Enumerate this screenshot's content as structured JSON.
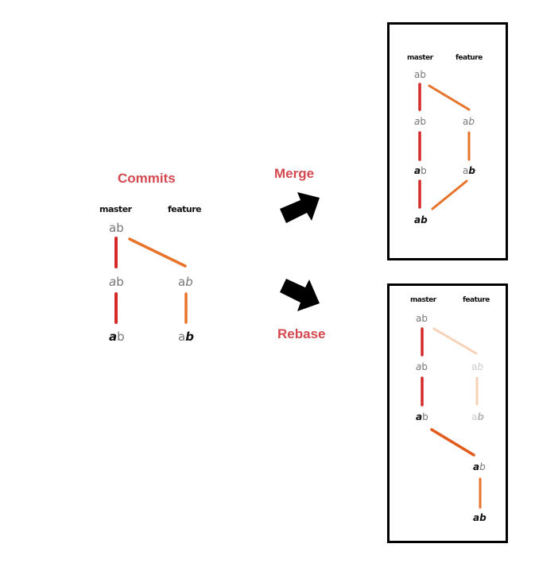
{
  "left": {
    "title": "Commits",
    "branches": {
      "master": "master",
      "feature": "feature"
    },
    "commits": {
      "m1": "ab",
      "m2_a": "a",
      "m2_b": "b",
      "m3_a": "a",
      "m3_b": "b",
      "f1_a": "a",
      "f1_b": "b",
      "f2_a": "a",
      "f2_b": "b"
    }
  },
  "merge": {
    "label": "Merge",
    "branches": {
      "master": "master",
      "feature": "feature"
    },
    "commits": {
      "m1": "ab",
      "m2_a": "a",
      "m2_b": "b",
      "m3_a": "a",
      "m3_b": "b",
      "f1_a": "a",
      "f1_b": "b",
      "f2_a": "a",
      "f2_b": "b",
      "merge_commit": "ab"
    }
  },
  "rebase": {
    "label": "Rebase",
    "branches": {
      "master": "master",
      "feature": "feature"
    },
    "commits": {
      "m1": "ab",
      "m2_a": "a",
      "m2_b": "b",
      "m3_a": "a",
      "m3_b": "b",
      "f1_a": "a",
      "f1_b": "b",
      "f2_a": "a",
      "f2_b": "b",
      "r1_a": "a",
      "r1_b": "b",
      "r2": "ab"
    }
  },
  "colors": {
    "master_line": "#d42a2a",
    "feature_line": "#e8742c",
    "faded_line": "#f6d2b8",
    "title": "#d0353d"
  }
}
